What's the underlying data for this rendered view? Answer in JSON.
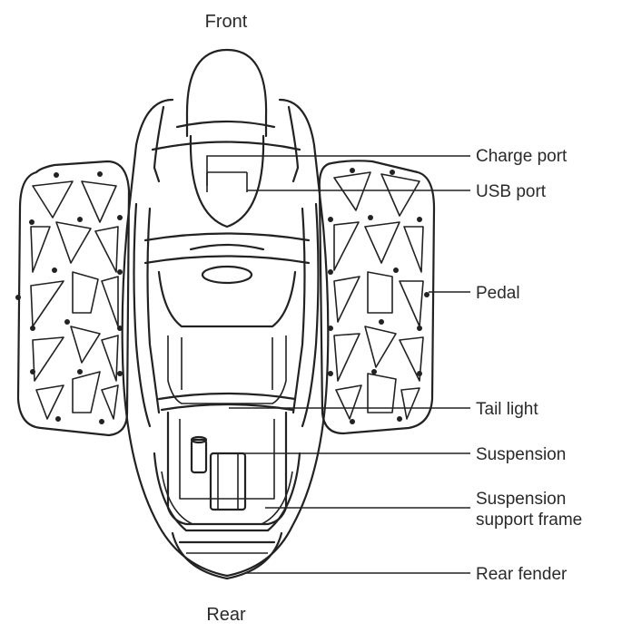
{
  "orientation": {
    "front": "Front",
    "rear": "Rear"
  },
  "labels": [
    {
      "id": "charge-port",
      "text": "Charge port"
    },
    {
      "id": "usb-port",
      "text": "USB port"
    },
    {
      "id": "pedal",
      "text": "Pedal"
    },
    {
      "id": "tail-light",
      "text": "Tail light"
    },
    {
      "id": "suspension",
      "text": "Suspension"
    },
    {
      "id": "suspension-support-frame",
      "text": [
        "Suspension",
        "support frame"
      ]
    },
    {
      "id": "rear-fender",
      "text": "Rear fender"
    }
  ]
}
